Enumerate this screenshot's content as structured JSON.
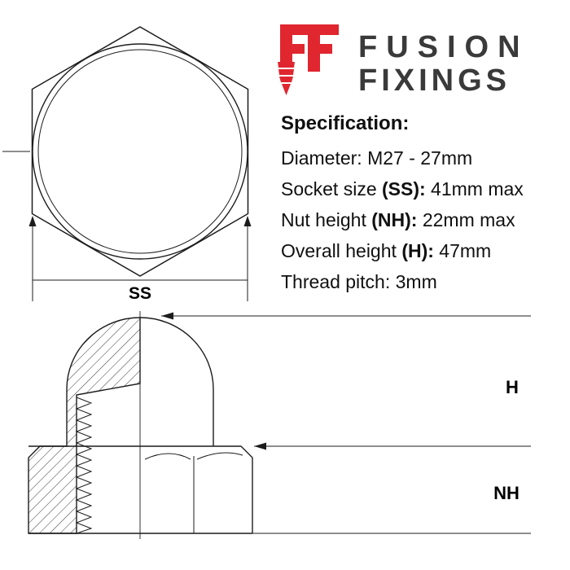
{
  "brand": {
    "name_line1": "FUSION",
    "name_line2": "FIXINGS",
    "icon": "ff-screw-monogram-icon",
    "accent_color": "#e0262f",
    "text_color": "#3a3a3a"
  },
  "specification": {
    "heading": "Specification:",
    "lines": [
      {
        "pre": "Diameter: M27 - 27mm",
        "strong": "",
        "post": ""
      },
      {
        "pre": "Socket size ",
        "strong": "(SS):",
        "post": " 41mm max"
      },
      {
        "pre": "Nut height ",
        "strong": "(NH):",
        "post": " 22mm max"
      },
      {
        "pre": "Overall height ",
        "strong": "(H):",
        "post": " 47mm"
      },
      {
        "pre": "Thread pitch: 3mm",
        "strong": "",
        "post": ""
      }
    ]
  },
  "drawing": {
    "top_view": {
      "dimension_label": "SS"
    },
    "side_view": {
      "overall_height_label": "H",
      "nut_height_label": "NH"
    },
    "line_color": "#1c1c1c"
  }
}
